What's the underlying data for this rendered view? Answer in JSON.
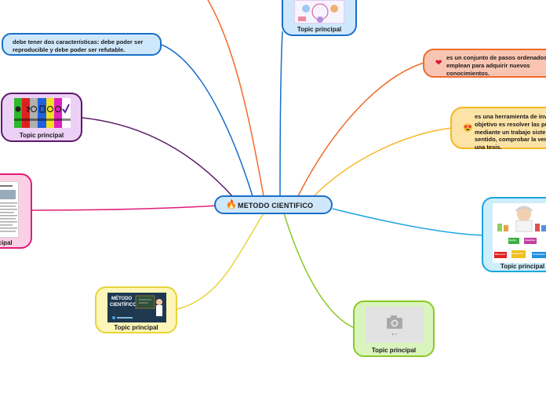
{
  "central": {
    "label": "METODO CIENTIFICO",
    "icon": "fire-hand-emoji"
  },
  "nodes": {
    "definition_steps": {
      "text": "es un conjunto de pasos ordenados que se emplean para adquirir nuevos conocimientos.",
      "icon": "heart-icon",
      "color": "#f4a58a"
    },
    "definition_tool": {
      "text": "es una herramienta de investigación cuyo objetivo es resolver las preguntas formuladas mediante un trabajo sistemático y, en este sentido, comprobar la veracidad o falsedad de una tesis.",
      "icon": "heart-eyes-emoji",
      "color": "#fdd27a"
    },
    "characteristics": {
      "text": "debe tener dos características: debe poder ser reproducible y debe poder ser refutable.",
      "color": "#a9d4f5"
    },
    "topic_top": {
      "label": "Topic principal",
      "color": "#a9d4f5"
    },
    "topic_colors": {
      "label": "Topic principal",
      "color": "#e8b8f0"
    },
    "topic_doc": {
      "label": "Topic principal",
      "color": "#fbb8d8"
    },
    "topic_board": {
      "label": "Topic principal",
      "title_line1": "MÉTODO",
      "title_line2": "CIENTÍFICO",
      "color": "#fdf29a"
    },
    "topic_photo": {
      "label": "Topic principal",
      "color": "#c6ec9a"
    },
    "topic_scientist": {
      "label": "Topic principal",
      "steps": [
        "Hecho",
        "Clasificar",
        "Observar",
        "Hipótesis",
        "Comunicar"
      ],
      "color": "#a9dff5"
    }
  },
  "colors": {
    "orange": "#f06a2a",
    "blue": "#1a6fc9",
    "purple": "#5c1a6b",
    "pink": "#e01c7a",
    "yellow": "#e8d43a",
    "green": "#8ac926",
    "cyan": "#1aa6e0",
    "gold": "#f5b820"
  }
}
